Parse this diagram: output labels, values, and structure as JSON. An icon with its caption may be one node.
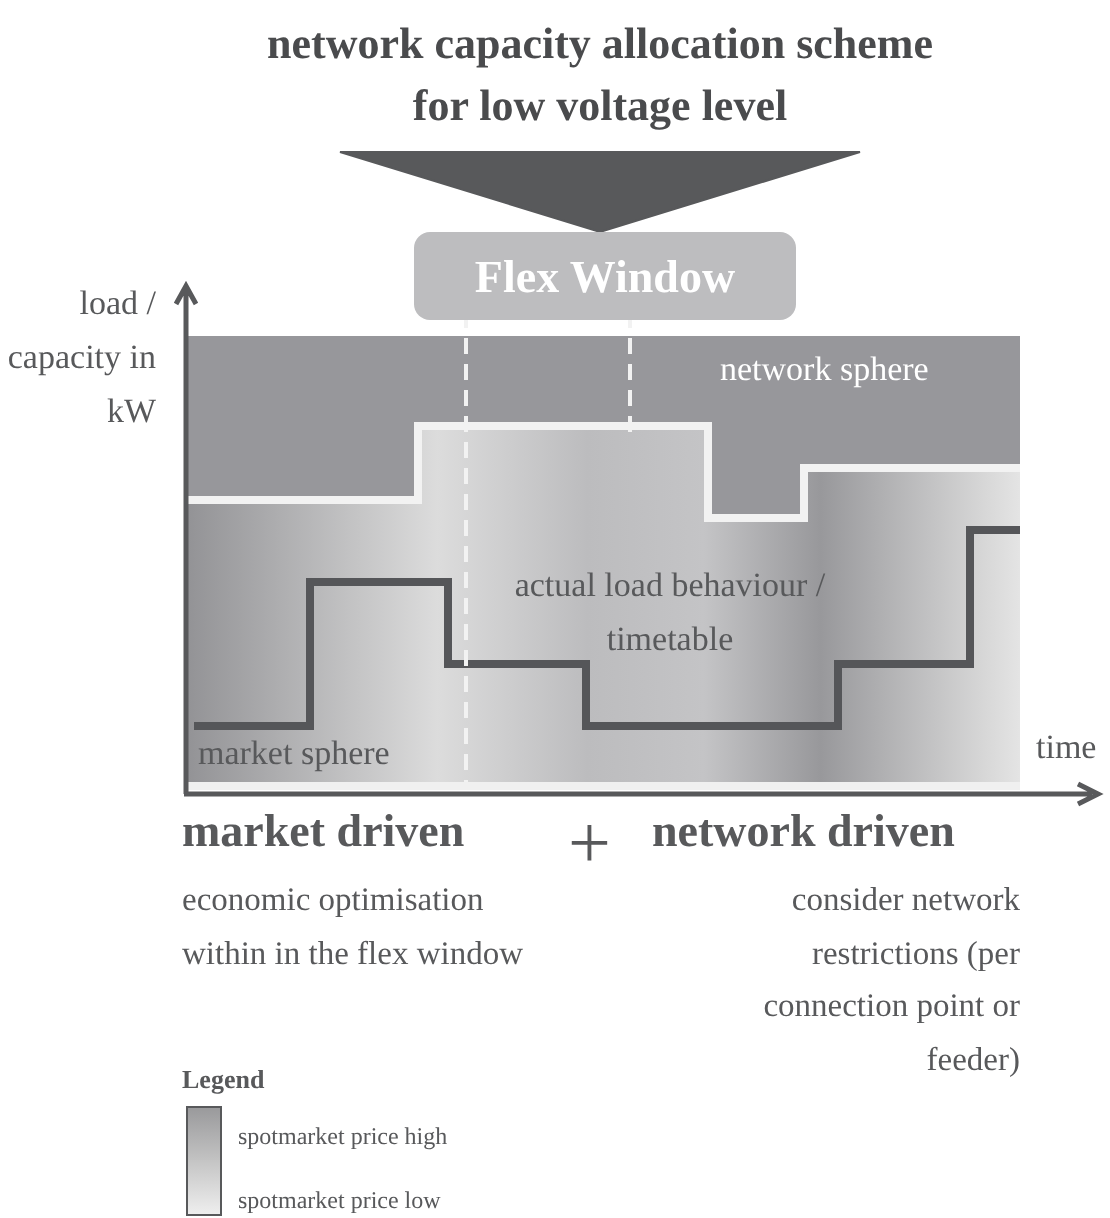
{
  "diagram": {
    "nodes": [
      {
        "text": [
          "network capacity allocation scheme for low voltage level"
        ]
      },
      {
        "text": [
          "Flex Window"
        ]
      }
    ],
    "edges": [
      {
        "from": 0,
        "to": 1,
        "arrow": "to",
        "style": "thick",
        "color": "#58595b"
      }
    ],
    "labels": [
      "load / capacity in kW",
      "time",
      "network sphere",
      "actual load behaviour / timetable",
      "market sphere",
      "market driven",
      "economic optimisation within in the flex window",
      "+",
      "network driven",
      "consider network restrictions (per connection point or feeder)",
      "Legend"
    ],
    "legend": [
      {
        "text": "spotmarket price high",
        "color": "#9a9a9c"
      },
      {
        "text": "spotmarket price low",
        "color": "#eeeeee"
      }
    ]
  }
}
